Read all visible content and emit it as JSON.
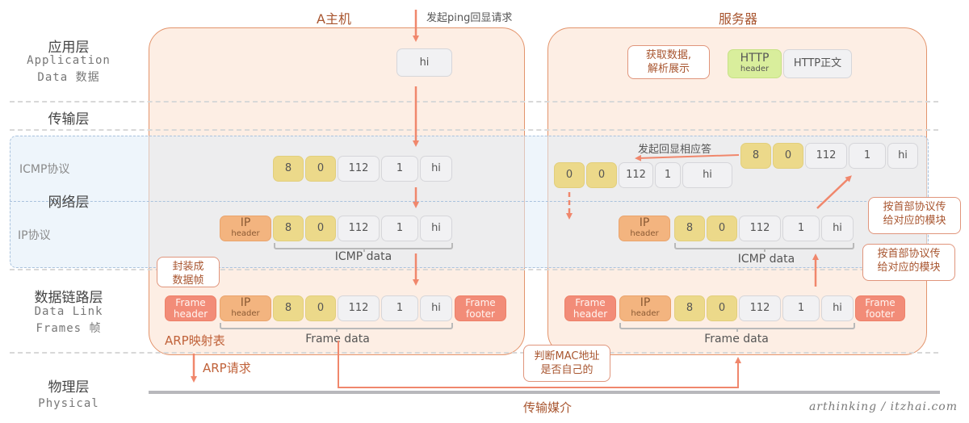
{
  "layers": {
    "application": {
      "title": "应用层",
      "sub1": "Application",
      "sub2": "Data 数据"
    },
    "transport": {
      "title": "传输层"
    },
    "network": {
      "title": "网络层",
      "icmp_label": "ICMP协议",
      "ip_label": "IP协议"
    },
    "datalink": {
      "title": "数据链路层",
      "sub1": "Data Link",
      "sub2": "Frames 帧"
    },
    "physical": {
      "title": "物理层",
      "sub1": "Physical"
    }
  },
  "host_a": {
    "title": "A主机",
    "start_label": "发起ping回显请求",
    "app_data": "hi",
    "icmp_packet": [
      "8",
      "0",
      "112",
      "1",
      "hi"
    ],
    "ip_packet": {
      "ip_header": "IP",
      "ip_header_sub": "header",
      "cells": [
        "8",
        "0",
        "112",
        "1",
        "hi"
      ],
      "bracket_label": "ICMP data"
    },
    "frame": {
      "frame_header": "Frame header",
      "ip_header": "IP",
      "ip_header_sub": "header",
      "cells": [
        "8",
        "0",
        "112",
        "1",
        "hi"
      ],
      "frame_footer": "Frame footer",
      "bracket_label": "Frame data"
    },
    "encap_callout": "封装成\n数据帧",
    "arp_table": "ARP映射表",
    "arp_request": "ARP请求"
  },
  "server": {
    "title": "服务器",
    "app_callout": "获取数据,\n解析展示",
    "http_header": "HTTP",
    "http_header_sub": "header",
    "http_body": "HTTP正文",
    "reply_label": "发起回显相应答",
    "icmp_request": [
      "8",
      "0",
      "112",
      "1",
      "hi"
    ],
    "icmp_reply": [
      "0",
      "0",
      "112",
      "1",
      "hi"
    ],
    "ip_packet": {
      "ip_header": "IP",
      "ip_header_sub": "header",
      "cells": [
        "8",
        "0",
        "112",
        "1",
        "hi"
      ],
      "bracket_label": "ICMP data"
    },
    "frame": {
      "frame_header": "Frame header",
      "ip_header": "IP",
      "ip_header_sub": "header",
      "cells": [
        "8",
        "0",
        "112",
        "1",
        "hi"
      ],
      "frame_footer": "Frame footer",
      "bracket_label": "Frame data"
    },
    "dispatch_callout_1": "按首部协议传\n给对应的模块",
    "dispatch_callout_2": "按首部协议传\n给对应的模块",
    "mac_callout": "判断MAC地址\n是否自己的"
  },
  "medium_label": "传输媒介",
  "watermark": "arthinking / itzhai.com",
  "colors": {
    "host_fill": "#fdeee4",
    "host_border": "#e3946c",
    "arrow": "#f0876c",
    "icmp_type_code": "#ecd98a",
    "ip_header": "#f3b47f",
    "frame_header_footer": "#f28c78",
    "http_header": "#d9ee9c",
    "data_cell": "#f1f1f3",
    "network_band": "#e0ecf8"
  }
}
